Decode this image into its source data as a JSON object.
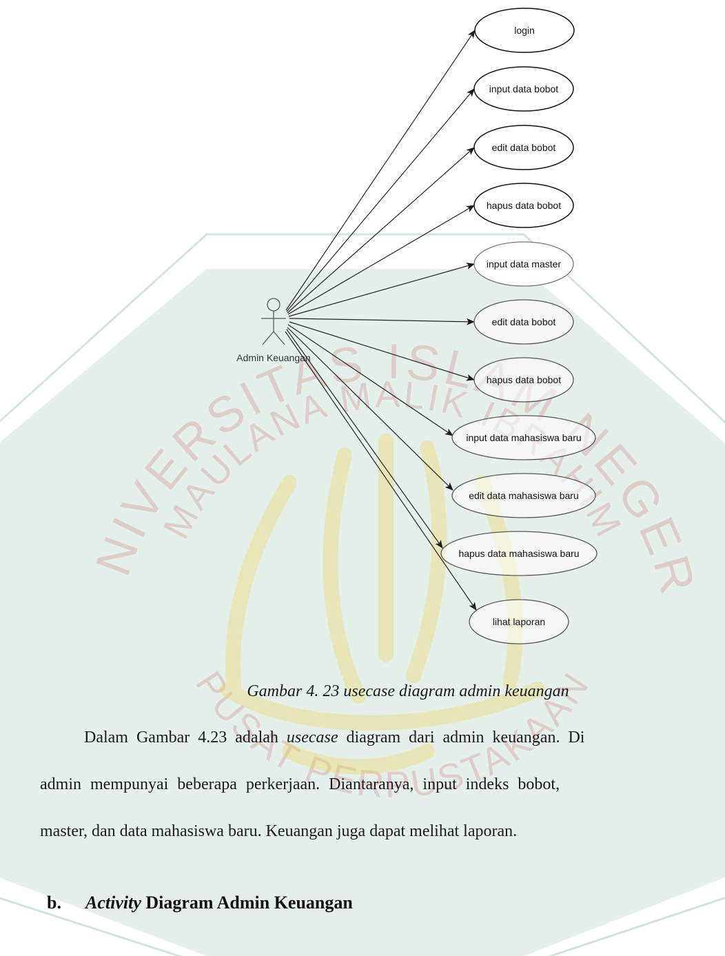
{
  "diagram": {
    "actor": {
      "label": "Admin Keuangan"
    },
    "use_cases": [
      {
        "label": "login"
      },
      {
        "label": "input data bobot"
      },
      {
        "label": "edit data bobot"
      },
      {
        "label": "hapus data bobot"
      },
      {
        "label": "input data master"
      },
      {
        "label": "edit data bobot"
      },
      {
        "label": "hapus data bobot"
      },
      {
        "label": "input data mahasiswa baru"
      },
      {
        "label": "edit data mahasiswa baru"
      },
      {
        "label": "hapus data mahasiswa baru"
      },
      {
        "label": "lihat laporan"
      }
    ]
  },
  "caption": "Gambar 4. 23 usecase diagram admin keuangan",
  "paragraph": {
    "line1_pre": "Dalam Gambar 4.23 adalah ",
    "line1_em": "usecase",
    "line1_post": " diagram dari admin keuangan. Di",
    "line2": "admin mempunyai beberapa perkerjaan. Diantaranya, input indeks bobot,",
    "line3": "master, dan data mahasiswa baru. Keuangan juga dapat melihat laporan."
  },
  "heading": {
    "number": "b.",
    "italic": "Activity",
    "rest": " Diagram Admin Keuangan"
  },
  "watermark": {
    "outer_text": "UNIVERSITAS ISLAM NEGERI",
    "inner_text": "MAULANA MALIK IBRAHIM",
    "bottom_text": "PUSAT PERPUSTAKAAN"
  },
  "colors": {
    "watermark_green": "#2f8a55",
    "watermark_gold": "#f2d25a"
  }
}
